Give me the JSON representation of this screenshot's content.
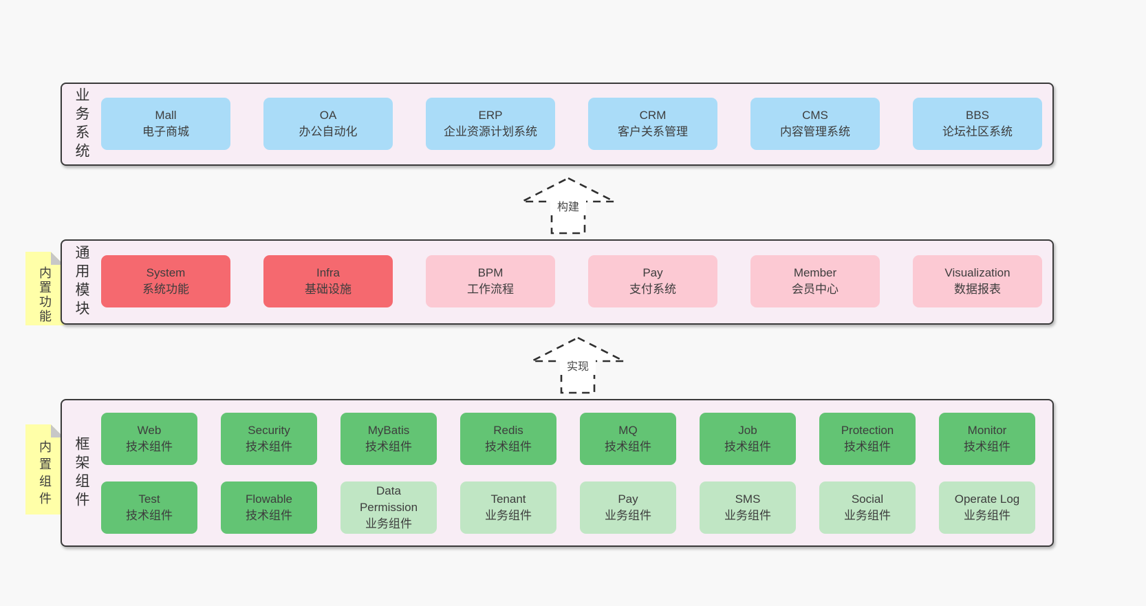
{
  "arrows": [
    {
      "label": "构建"
    },
    {
      "label": "实现"
    }
  ],
  "business": {
    "label": "业务系统",
    "items": [
      {
        "name": "Mall",
        "desc": "电子商城"
      },
      {
        "name": "OA",
        "desc": "办公自动化"
      },
      {
        "name": "ERP",
        "desc": "企业资源计划系统"
      },
      {
        "name": "CRM",
        "desc": "客户关系管理"
      },
      {
        "name": "CMS",
        "desc": "内容管理系统"
      },
      {
        "name": "BBS",
        "desc": "论坛社区系统"
      }
    ]
  },
  "modules": {
    "label": "通用模块",
    "note": "内置功能",
    "items": [
      {
        "name": "System",
        "desc": "系统功能"
      },
      {
        "name": "Infra",
        "desc": "基础设施"
      },
      {
        "name": "BPM",
        "desc": "工作流程"
      },
      {
        "name": "Pay",
        "desc": "支付系统"
      },
      {
        "name": "Member",
        "desc": "会员中心"
      },
      {
        "name": "Visualization",
        "desc": "数据报表"
      }
    ]
  },
  "components": {
    "label": "框架组件",
    "note": "内置组件",
    "row1": [
      {
        "name": "Web",
        "desc": "技术组件"
      },
      {
        "name": "Security",
        "desc": "技术组件"
      },
      {
        "name": "MyBatis",
        "desc": "技术组件"
      },
      {
        "name": "Redis",
        "desc": "技术组件"
      },
      {
        "name": "MQ",
        "desc": "技术组件"
      },
      {
        "name": "Job",
        "desc": "技术组件"
      },
      {
        "name": "Protection",
        "desc": "技术组件"
      },
      {
        "name": "Monitor",
        "desc": "技术组件"
      }
    ],
    "row2": [
      {
        "name": "Test",
        "desc": "技术组件"
      },
      {
        "name": "Flowable",
        "desc": "技术组件"
      },
      {
        "name": "Data Permission",
        "desc": "业务组件"
      },
      {
        "name": "Tenant",
        "desc": "业务组件"
      },
      {
        "name": "Pay",
        "desc": "业务组件"
      },
      {
        "name": "SMS",
        "desc": "业务组件"
      },
      {
        "name": "Social",
        "desc": "业务组件"
      },
      {
        "name": "Operate Log",
        "desc": "业务组件"
      }
    ]
  },
  "colors": {
    "page_background": "#f8f8f8",
    "layer_background": "#f8edf5",
    "layer_border": "#3a3a3a",
    "business_box": "#aadcf8",
    "module_core_box": "#f5696f",
    "module_box": "#fcc9d3",
    "tech_component_box": "#63c474",
    "biz_component_box": "#c0e6c4",
    "sticky_note": "#ffffa8",
    "note_fold": "#c7c7c7",
    "text": "#3d3d3d"
  }
}
